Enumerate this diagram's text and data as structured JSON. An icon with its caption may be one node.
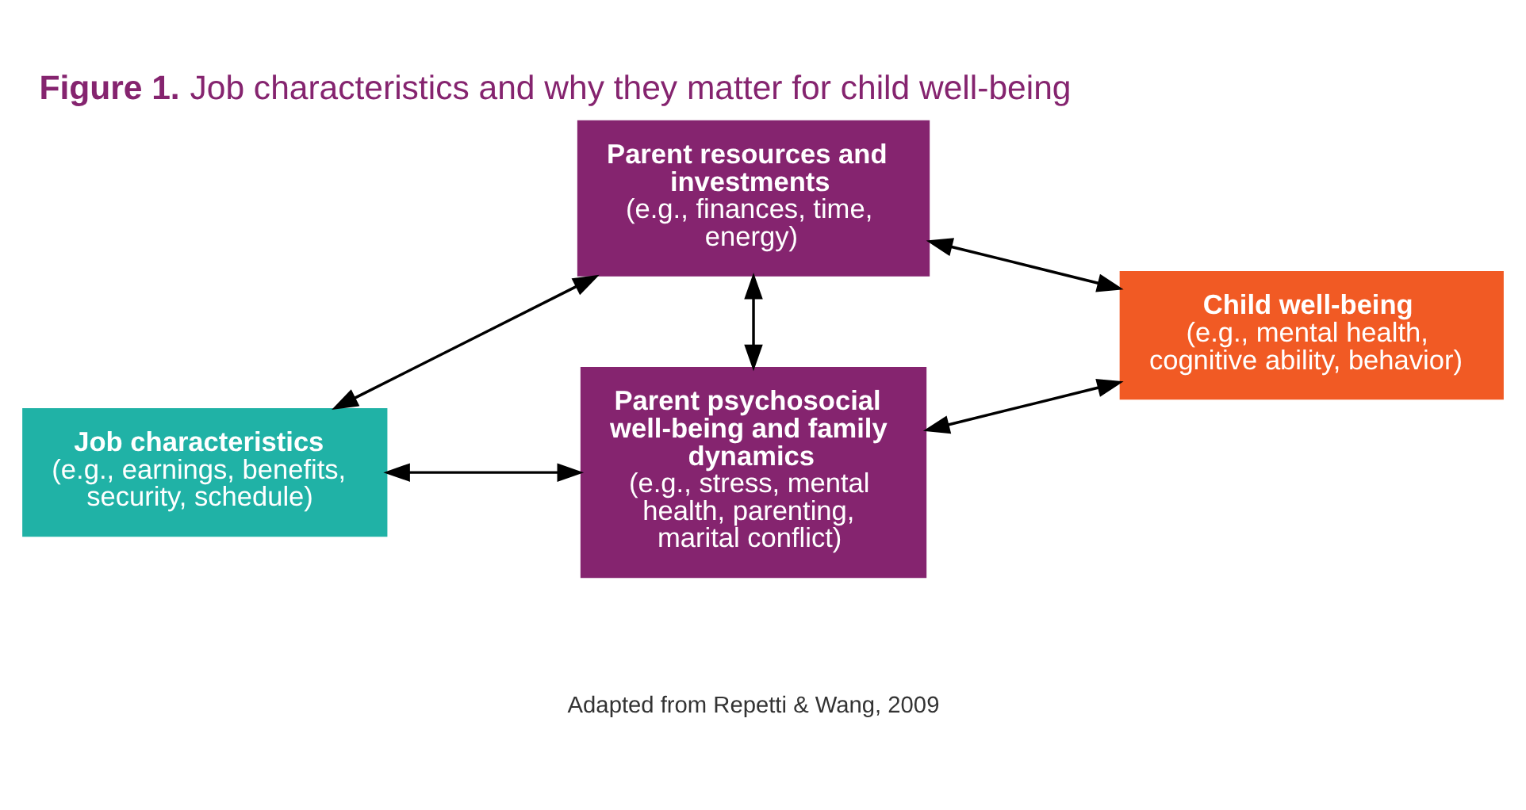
{
  "diagram": {
    "title": "**Figure 1.** Job characteristics and why they matter for child well-being",
    "caption": "Adapted from Repetti & Wang, 2009",
    "nodes": [
      {
        "text": [
          "Job characteristics",
          "(e.g., earnings, benefits, security, schedule)"
        ]
      },
      {
        "text": [
          "Parent resources and investments",
          "(e.g., finances, time, energy)"
        ]
      },
      {
        "text": [
          "Parent psychosocial well-being and family dynamics",
          "(e.g., stress, mental health, parenting, marital conflict)"
        ]
      },
      {
        "text": [
          "Child well-being",
          "(e.g., mental health, cognitive ability, behavior)"
        ]
      }
    ],
    "edges": [
      {
        "from": 0,
        "to": 1,
        "arrow": "both"
      },
      {
        "from": 0,
        "to": 2,
        "arrow": "both"
      },
      {
        "from": 1,
        "to": 2,
        "arrow": "both"
      },
      {
        "from": 1,
        "to": 3,
        "arrow": "both"
      },
      {
        "from": 2,
        "to": 3,
        "arrow": "both"
      }
    ]
  }
}
